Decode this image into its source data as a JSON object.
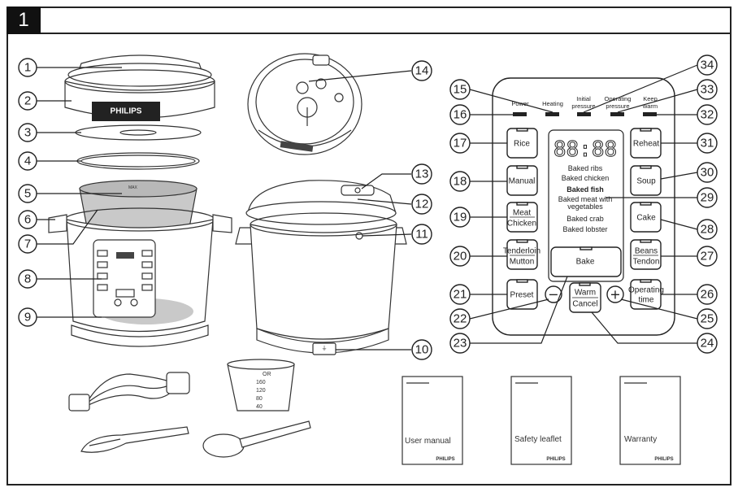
{
  "figure_number": "1",
  "callouts": [
    "1",
    "2",
    "3",
    "4",
    "5",
    "6",
    "7",
    "8",
    "9",
    "10",
    "11",
    "12",
    "13",
    "14",
    "15",
    "16",
    "17",
    "18",
    "19",
    "20",
    "21",
    "22",
    "23",
    "24",
    "25",
    "26",
    "27",
    "28",
    "29",
    "30",
    "31",
    "32",
    "33",
    "34"
  ],
  "brand": "PHILIPS",
  "control_panel": {
    "indicators": {
      "power": "Power",
      "heating": "Heating",
      "initial_pressure_1": "Initial",
      "initial_pressure_2": "pressure",
      "operating_pressure_1": "Operating",
      "operating_pressure_2": "pressure",
      "keep_warm_1": "Keep",
      "keep_warm_2": "warm"
    },
    "display": "88:88",
    "buttons": {
      "rice": "Rice",
      "manual": "Manual",
      "meat_1": "Meat",
      "meat_2": "Chicken",
      "tenderloin_1": "Tenderloin",
      "tenderloin_2": "Mutton",
      "preset": "Preset",
      "bake": "Bake",
      "warm_1": "Warm",
      "warm_2": "Cancel",
      "reheat": "Reheat",
      "soup": "Soup",
      "cake": "Cake",
      "beans_1": "Beans",
      "beans_2": "Tendon",
      "operating_time_1": "Operating",
      "operating_time_2": "time",
      "minus": "−",
      "plus": "+"
    },
    "menu": {
      "baked_ribs": "Baked ribs",
      "baked_chicken": "Baked chicken",
      "baked_fish": "Baked fish",
      "baked_meat_1": "Baked meat with",
      "baked_meat_2": "vegetables",
      "baked_crab": "Baked crab",
      "baked_lobster": "Baked lobster"
    }
  },
  "cup_marks": [
    "OR",
    "160",
    "120",
    "80",
    "40"
  ],
  "documents": {
    "user_manual": "User manual",
    "safety_leaflet": "Safety leaflet",
    "warranty": "Warranty"
  }
}
